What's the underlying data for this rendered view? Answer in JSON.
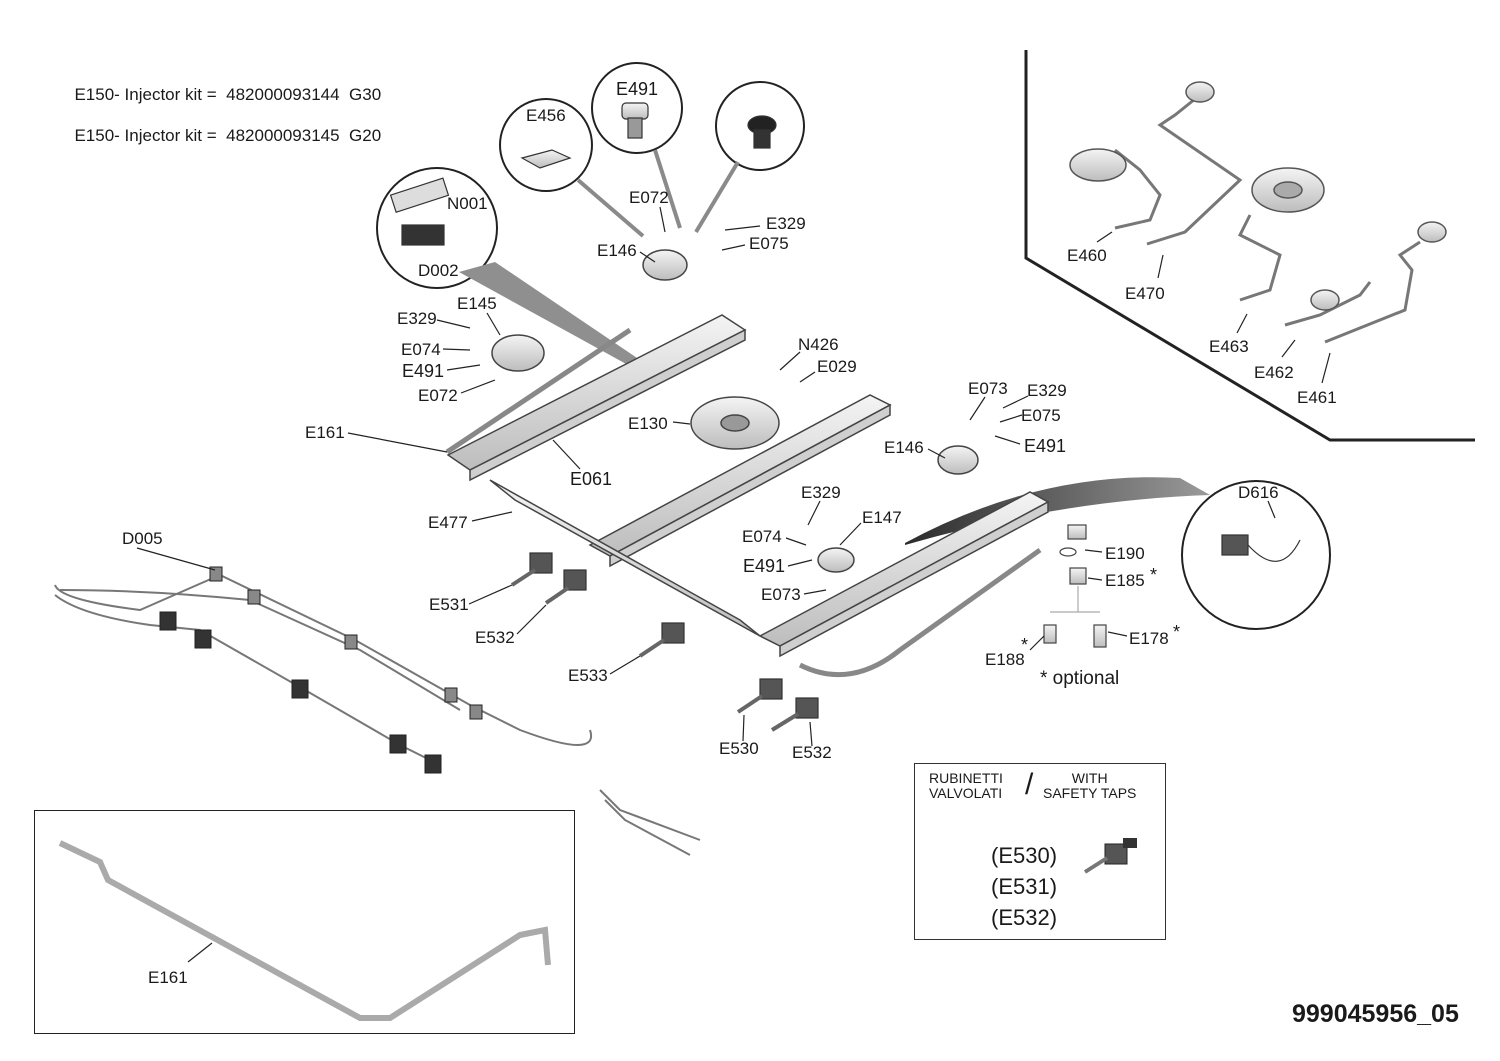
{
  "header": {
    "kit_lines": [
      {
        "prefix": "E150- Injector kit =",
        "code": "482000093144",
        "gas": "G30"
      },
      {
        "prefix": "E150- Injector kit =",
        "code": "482000093145",
        "gas": "G20"
      }
    ]
  },
  "callouts": {
    "E491_top": "E491",
    "E456": "E456",
    "N001": "N001",
    "D002": "D002",
    "E072_top": "E072",
    "E329_top": "E329",
    "E146_top": "E146",
    "E075_top": "E075",
    "E145": "E145",
    "E329_left": "E329",
    "E074_left": "E074",
    "E491_left": "E491",
    "E072_left": "E072",
    "E161_main": "E161",
    "E061": "E061",
    "N426": "N426",
    "E029": "E029",
    "E130": "E130",
    "E073_right": "E073",
    "E329_right": "E329",
    "E075_right": "E075",
    "E146_right": "E146",
    "E491_right": "E491",
    "E477": "E477",
    "D005": "D005",
    "E329_mid": "E329",
    "E147": "E147",
    "E074_mid": "E074",
    "E491_mid": "E491",
    "E073_mid": "E073",
    "E531": "E531",
    "E532_left": "E532",
    "E533": "E533",
    "E530": "E530",
    "E532_right": "E532",
    "D616": "D616",
    "E190": "E190",
    "E185": "E185",
    "E178": "E178",
    "E188": "E188",
    "E460": "E460",
    "E470": "E470",
    "E463": "E463",
    "E462": "E462",
    "E461": "E461",
    "E161_inset": "E161"
  },
  "optional_note": "* optional",
  "asterisk": "*",
  "legend": {
    "italian": [
      "RUBINETTI",
      "VALVOLATI"
    ],
    "slash": "/",
    "english": [
      "WITH",
      "SAFETY TAPS"
    ],
    "codes": [
      "(E530)",
      "(E531)",
      "(E532)"
    ]
  },
  "document_number": "999045956_05"
}
